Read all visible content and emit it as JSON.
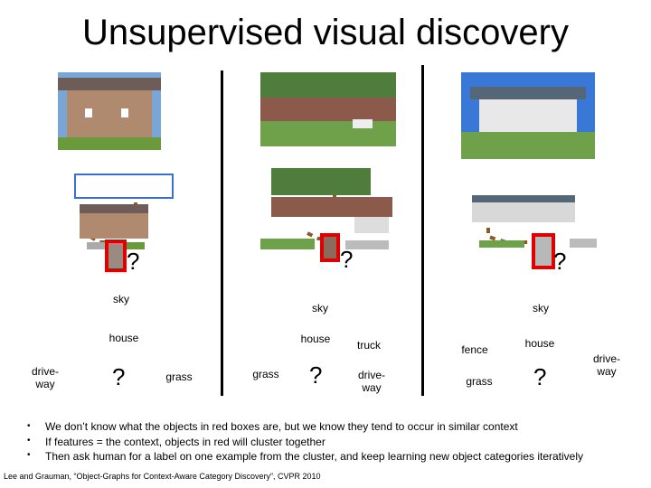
{
  "title": "Unsupervised visual discovery",
  "columns": [
    {
      "q_mark": "?",
      "nodes": {
        "sky": "sky",
        "house": "house",
        "driveway": "drive-way",
        "grass": "grass",
        "unknown": "?"
      }
    },
    {
      "q_mark": "?",
      "nodes": {
        "sky": "sky",
        "house": "house",
        "grass": "grass",
        "truck": "truck",
        "driveway": "drive-way",
        "unknown": "?"
      }
    },
    {
      "q_mark": "?",
      "nodes": {
        "sky": "sky",
        "fence": "fence",
        "house": "house",
        "driveway": "drive-way",
        "grass": "grass",
        "unknown": "?"
      }
    }
  ],
  "bullets": [
    "We don’t know what the objects in red boxes are, but we know they tend to occur in similar context",
    "If features = the context, objects in red will cluster together",
    "Then ask human for a label on one example from the cluster, and keep learning new object categories iteratively"
  ],
  "citation": "Lee and Grauman, “Object-Graphs for Context-Aware Category Discovery”, CVPR 2010",
  "colors": {
    "redbox": "#e00000",
    "dots": "#8b5a2b",
    "sky_blue": "#3a6fd8"
  }
}
